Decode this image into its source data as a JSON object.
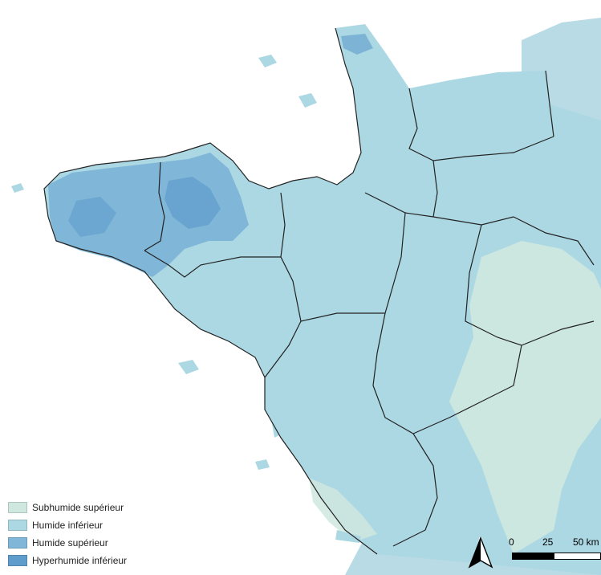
{
  "legend": {
    "items": [
      {
        "label": "Subhumide supérieur",
        "color": "#cfe8df"
      },
      {
        "label": "Humide inférieur",
        "color": "#acd8e4"
      },
      {
        "label": "Humide supérieur",
        "color": "#80b6d8"
      },
      {
        "label": "Hyperhumide inférieur",
        "color": "#5e9ccc"
      }
    ]
  },
  "scale": {
    "labels": [
      "0",
      "25",
      "50 km"
    ]
  },
  "north": {
    "label": "N",
    "icon": "north-arrow-icon"
  },
  "colors": {
    "sea": "#ffffff",
    "subhumide": "#cfe8df",
    "humide_inf": "#acd8e4",
    "humide_sup": "#80b6d8",
    "hyperhumide": "#5e9ccc",
    "outside": "#b9dbe5",
    "borders": "#222222"
  }
}
